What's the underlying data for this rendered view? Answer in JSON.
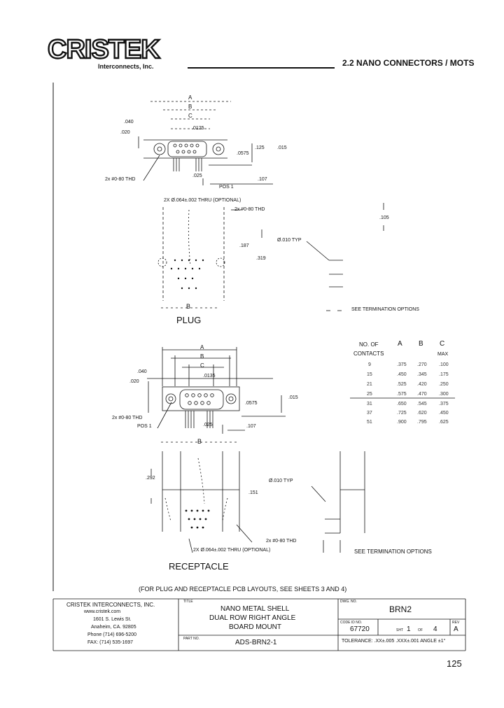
{
  "header": {
    "brand": "CRISTEK",
    "brand_sub": "Interconnects, Inc.",
    "section_title": "2.2 NANO CONNECTORS / MOTS"
  },
  "plug": {
    "dim_A": "A",
    "dim_B": "B",
    "dim_C": "C",
    "dim_040": ".040",
    "dim_020": ".020",
    "dim_0125": ".0125",
    "dim_125": ".125",
    "dim_015": ".015",
    "dim_0575": ".0575",
    "dim_025": ".025",
    "dim_107": ".107",
    "pos1": "POS 1",
    "thread_note": "2x #0-80 THD",
    "thru_note": "2X Ø.064±.002 THRU (OPTIONAL)",
    "thread_note2": "2x #0-80 THD",
    "dim_105": ".105",
    "dim_187": ".187",
    "dim_319": ".319",
    "dia_note": "Ø.010 TYP",
    "bottom_B": "B",
    "label": "PLUG",
    "termination_note": "SEE TERMINATION OPTIONS"
  },
  "contacts_table": {
    "headers": [
      "NO. OF",
      "A",
      "B",
      "C"
    ],
    "headers2": [
      "CONTACTS",
      "",
      "",
      "MAX"
    ],
    "rows": [
      [
        "9",
        ".375",
        ".270",
        ".100"
      ],
      [
        "15",
        ".450",
        ".345",
        ".175"
      ],
      [
        "21",
        ".525",
        ".420",
        ".250"
      ],
      [
        "25",
        ".575",
        ".470",
        ".300"
      ],
      [
        "31",
        ".650",
        ".545",
        ".375"
      ],
      [
        "37",
        ".725",
        ".620",
        ".450"
      ],
      [
        "51",
        ".900",
        ".795",
        ".625"
      ]
    ]
  },
  "receptacle": {
    "dim_A": "A",
    "dim_B": "B",
    "dim_C": "C",
    "dim_040": ".040",
    "dim_020": ".020",
    "dim_0135": ".0135",
    "dim_0575": ".0575",
    "dim_015": ".015",
    "dim_025": ".025",
    "dim_107": ".107",
    "thread_note": "2x #0-80 THD",
    "pos1": "POS 1",
    "bottom_B": "B",
    "dim_292": ".292",
    "dim_151": ".151",
    "dia_note": "Ø.010 TYP",
    "thread_note2": "2x #0-80 THD",
    "thru_note": "2X Ø.064±.002 THRU (OPTIONAL)",
    "label": "RECEPTACLE",
    "termination_note": "SEE TERMINATION OPTIONS"
  },
  "pcb_note": "(FOR PLUG AND RECEPTACLE PCB LAYOUTS, SEE SHEETS 3 AND 4)",
  "title_block": {
    "company": "CRISTEK INTERCONNECTS, INC.",
    "web": "www.cristek.com",
    "address1": "1601 S. Lewis St.",
    "address2": "Anaheim, CA. 92805",
    "phone": "Phone (714) 696-5200",
    "fax": "FAX: (714) 535-1697",
    "title_label": "TITLE",
    "title1": "NANO METAL SHELL",
    "title2": "DUAL ROW RIGHT ANGLE",
    "title3": "BOARD MOUNT",
    "partno_label": "PART NO.",
    "partno": "ADS-BRN2-1",
    "dwg_label": "DWG. NO.",
    "dwg_no": "BRN2",
    "code_label": "CODE ID NO.",
    "code": "67720",
    "sheet_label": "SHT",
    "sheet": "1",
    "of_label": "OF",
    "of": "4",
    "rev_label": "REV",
    "rev": "A",
    "tolerance": "TOLERANCE:  .XX±.005  .XXX±.001  ANGLE ±1°"
  },
  "page_number": "125"
}
